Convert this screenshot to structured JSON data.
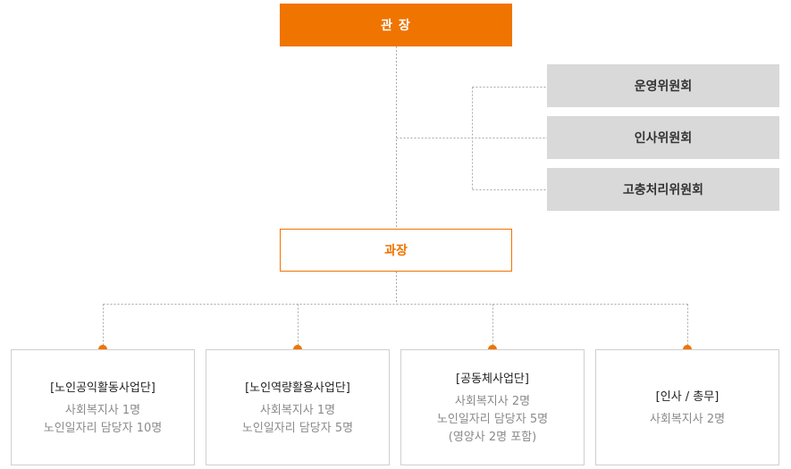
{
  "director": {
    "label": "관 장"
  },
  "committees": [
    {
      "label": "운영위원회"
    },
    {
      "label": "인사위원회"
    },
    {
      "label": "고충처리위원회"
    }
  ],
  "manager": {
    "label": "과장"
  },
  "departments": [
    {
      "title": "[노인공익활동사업단]",
      "lines": [
        "사회복지사 1명",
        "노인일자리 담당자 10명"
      ]
    },
    {
      "title": "[노인역량활용사업단]",
      "lines": [
        "사회복지사 1명",
        "노인일자리 담당자 5명"
      ]
    },
    {
      "title": "[공동체사업단]",
      "lines": [
        "사회복지사 2명",
        "노인일자리 담당자 5명",
        "(영양사 2명 포함)"
      ]
    },
    {
      "title": "[인사 / 총무]",
      "lines": [
        "사회복지사 2명"
      ]
    }
  ],
  "colors": {
    "accent": "#f07400",
    "committee_fill": "#d9d9d9",
    "border": "#cfcfcf"
  }
}
